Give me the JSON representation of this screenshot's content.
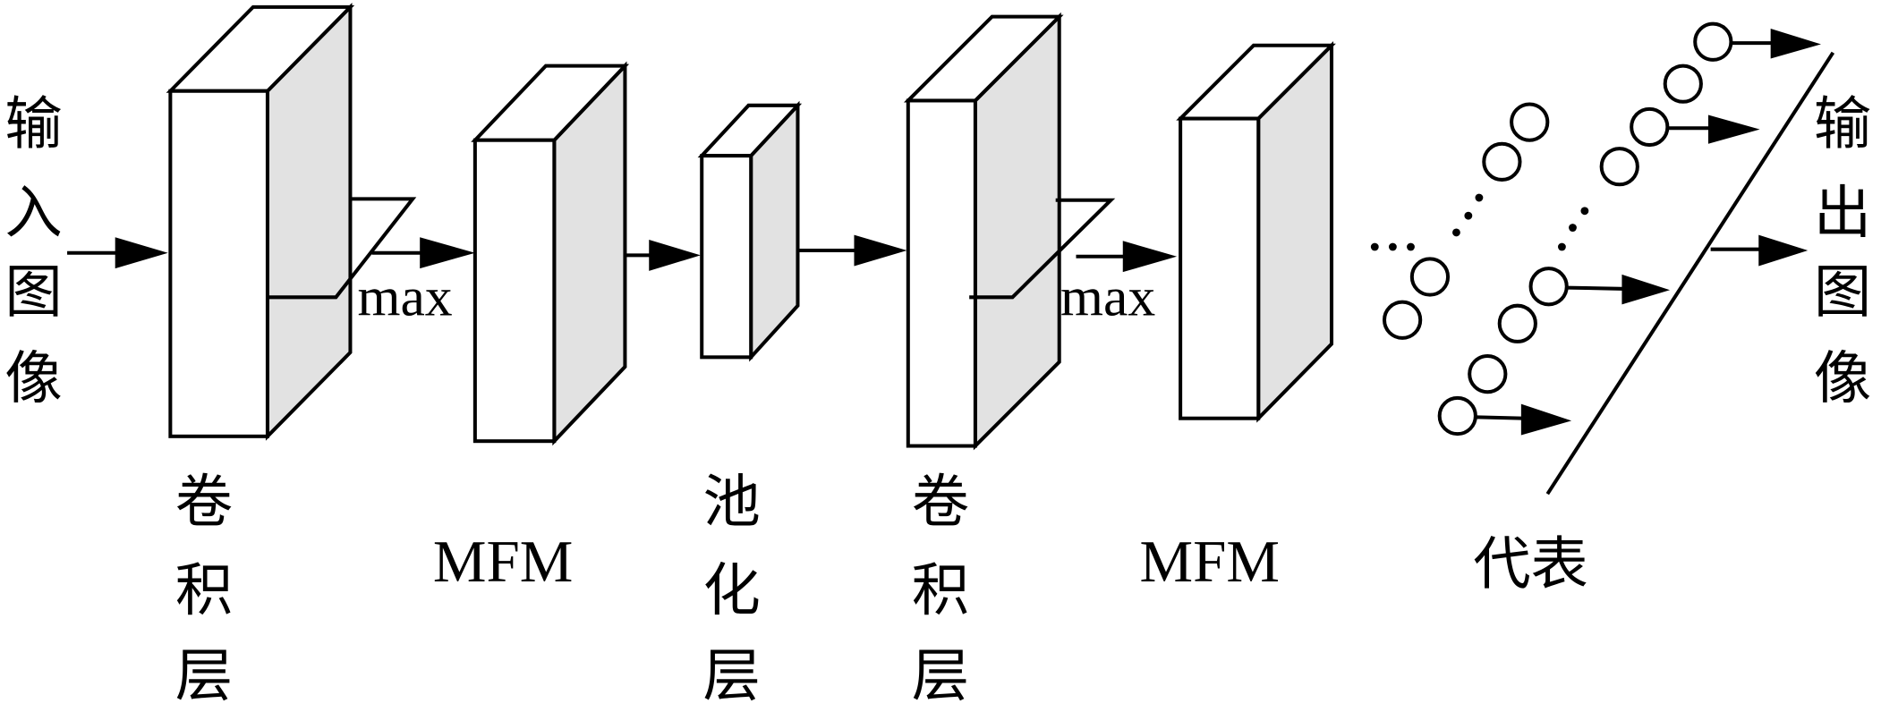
{
  "diagram": {
    "input_label": [
      "输",
      "入",
      "图",
      "像"
    ],
    "output_label": [
      "输",
      "出",
      "图",
      "像"
    ],
    "layers": [
      {
        "id": "conv1",
        "label": [
          "卷",
          "积",
          "层"
        ]
      },
      {
        "id": "mfm1",
        "label": "MFM",
        "op_label": "max"
      },
      {
        "id": "pool",
        "label": [
          "池",
          "化",
          "层"
        ]
      },
      {
        "id": "conv2",
        "label": [
          "卷",
          "积",
          "层"
        ]
      },
      {
        "id": "mfm2",
        "label": "MFM",
        "op_label": "max"
      }
    ],
    "representation_label": "代表",
    "colors": {
      "stroke": "#000000",
      "side_face": "#e2e2e2",
      "front_face": "#ffffff"
    }
  }
}
